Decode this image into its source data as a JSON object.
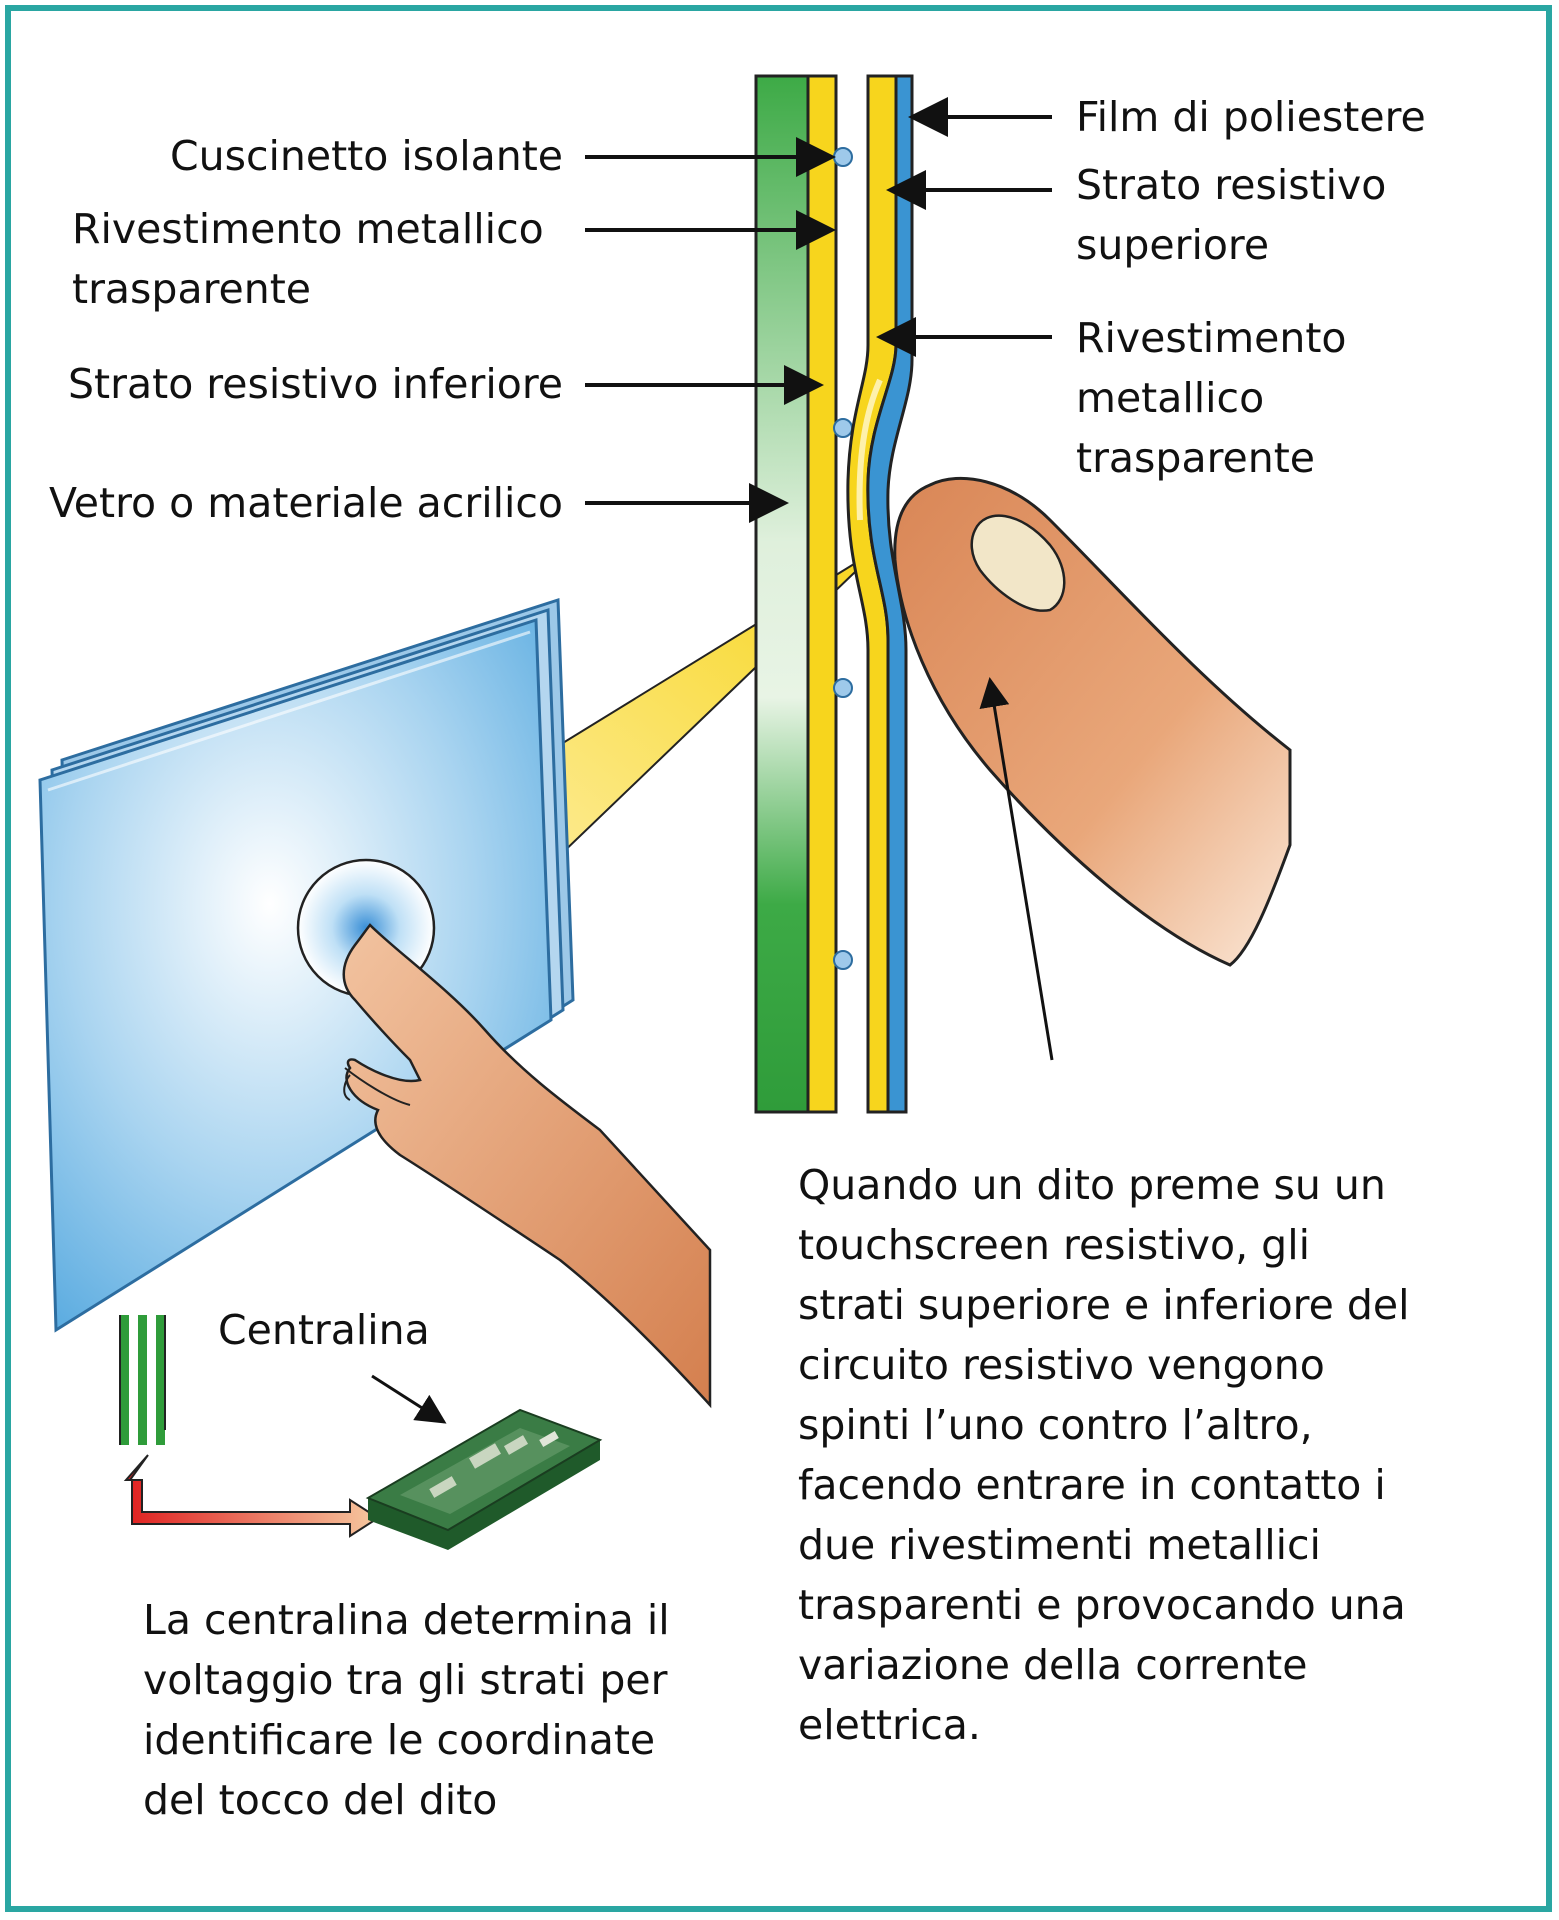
{
  "labels_left": {
    "insulating_pad": "Cuscinetto isolante",
    "metal_coating_1": "Rivestimento metallico",
    "metal_coating_2": "trasparente",
    "lower_resistive": "Strato resistivo inferiore",
    "glass": "Vetro o materiale acrilico"
  },
  "labels_right": {
    "polyester_film": "Film di poliestere",
    "upper_resistive_1": "Strato resistivo",
    "upper_resistive_2": "superiore",
    "metal_coating_1": "Rivestimento",
    "metal_coating_2": "metallico",
    "metal_coating_3": "trasparente"
  },
  "controller_label": "Centralina",
  "explanation_lines": [
    "Quando un dito preme su un",
    "touchscreen resistivo, gli",
    "strati superiore e inferiore del",
    "circuito resistivo vengono",
    "spinti l’uno contro l’altro,",
    "facendo entrare in contatto i",
    "due rivestimenti metallici",
    "trasparenti e provocando una",
    "variazione della corrente",
    "elettrica."
  ],
  "controller_caption_lines": [
    "La centralina determina il",
    "voltaggio tra gli strati per",
    "identificare le coordinate",
    "del tocco del dito"
  ],
  "colors": {
    "frame": "#2aa6a2",
    "glass_green": "#3fae49",
    "resistive_yellow": "#f7d51d",
    "polyester_blue": "#2e8fd0",
    "screen_blue": "#5aaee0",
    "skin": "#e39a6c",
    "arrow_red": "#e02020"
  }
}
